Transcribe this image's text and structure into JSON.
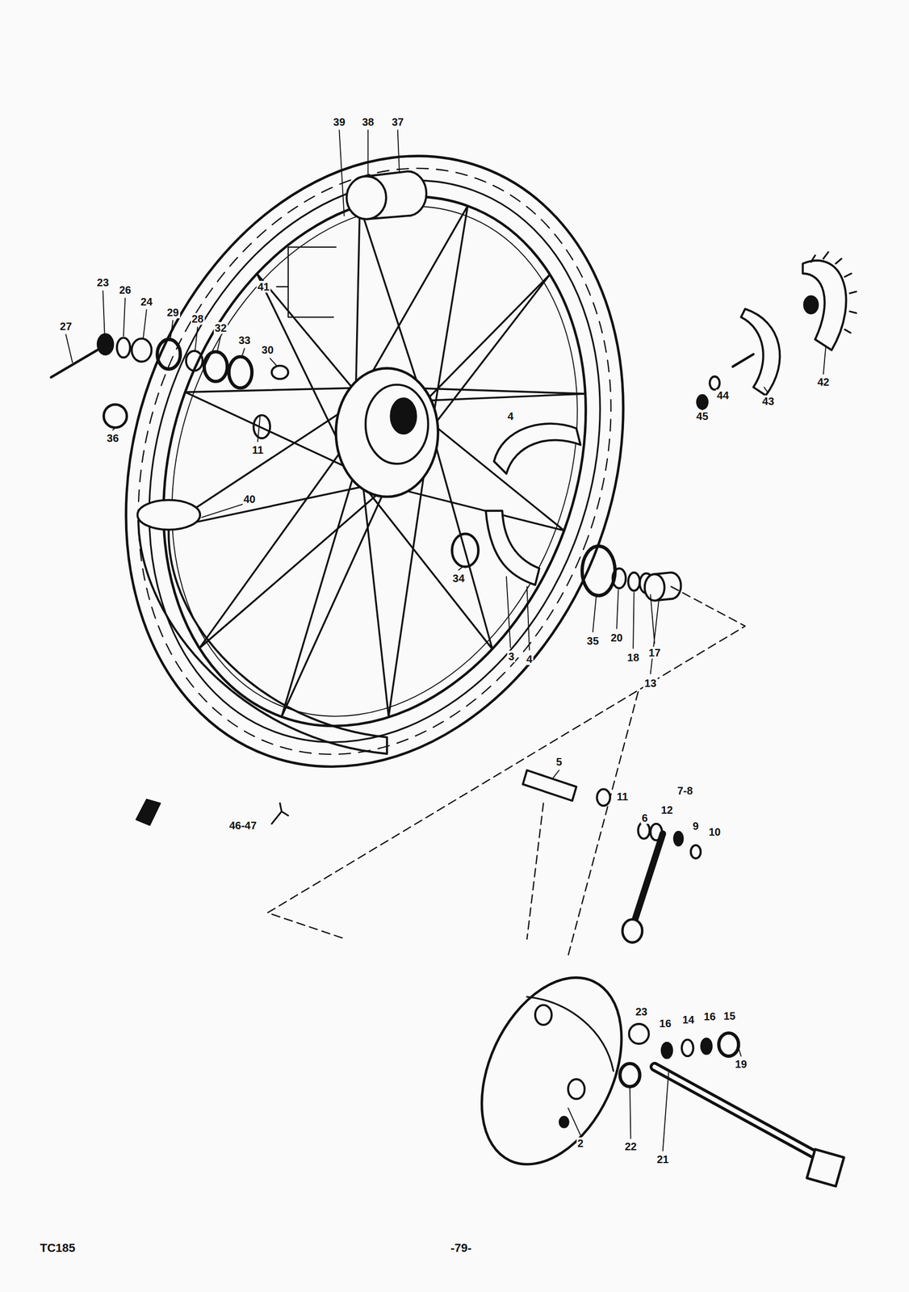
{
  "diagram": {
    "labels": [
      "39",
      "38",
      "37",
      "41",
      "23",
      "26",
      "24",
      "29",
      "28",
      "32",
      "33",
      "30",
      "27",
      "36",
      "11",
      "40",
      "4",
      "34",
      "3",
      "4",
      "35",
      "20",
      "18",
      "17",
      "13",
      "42",
      "43",
      "44",
      "45",
      "46-47",
      "5",
      "11",
      "6",
      "7-8",
      "12",
      "9",
      "10",
      "23",
      "16",
      "14",
      "16",
      "15",
      "19",
      "2",
      "22",
      "21",
      "TC185",
      "-79-"
    ]
  }
}
